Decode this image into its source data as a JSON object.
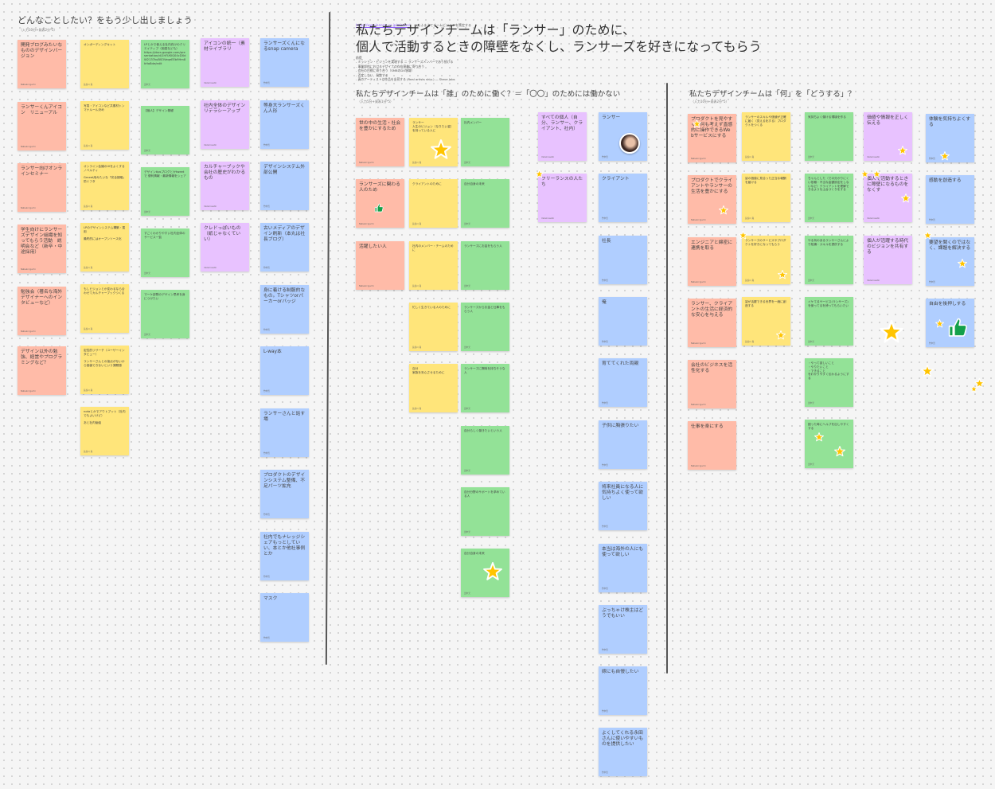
{
  "colors": {
    "pink": "#ffbba8",
    "yellow": "#ffe57a",
    "green": "#93e297",
    "purple": "#e8c2ff",
    "blue": "#b0ceff",
    "star": "#ffc400",
    "link": "#8a5cf5"
  },
  "section1": {
    "title": "どんなことしたい？をもう少し出しましょう",
    "subtitle": "（入力10分+発表2分*5）",
    "columns": [
      {
        "color": "pink",
        "author": "Natsuki Iguchi",
        "size": "big",
        "notes": [
          "開発ブログみたいなもののデザインバージョン",
          "ランサーくんアイコン　リニューアル",
          "ランサー向けオンラインセミナー",
          "学生向けにランサーズデザイン組織を知ってもらう活動　説明会など（新卒・中途採用）",
          "勉強会（著名な海外デザイナーへのインタビューなど）",
          "デザイン以外の勉強、経営やプログラミングなど？"
        ]
      },
      {
        "color": "yellow",
        "author": "長谷川 真",
        "size": "small",
        "notes": [
          "オンボーディングキット",
          "写真・アイコンなど共素材トンマナルール決め",
          "オンライン会議のUIをよくするノベルティ\n\nGmeet用みたいな「完全顔晒」防ぐフタ",
          "LPのデザインシステム構築・運用\n\n最終的にはオープンソース化",
          "もしビジョンとか変わるなら合わせてカルチャーブックつくる",
          "定性的リサーチ（ユーザーインタビュー）\n\nランサーさんとの接点がないから価値できないという課題感",
          "notaとかでアウトプット（社内でもよいけど）\n\nあと社内勉強"
        ]
      },
      {
        "color": "green",
        "author": "田中光",
        "size": "small",
        "notes": [
          "LPとかで使える社内向けのクリエイティブ（用語なども）\nhttps://docs.google.com/presentation/d/1hFUKIQ04cDXdW2137kuBSOVeqeEEb9Hm8kHo8de/edit",
          "【個人】デザイン基礎",
          "デザインtipsブログとかtweetで 便利情報・最新情報をシェア",
          "すごくわかりやすい社内全体のサービス一覧",
          "マーケ部隊のデザイン思考を身につけたい"
        ]
      },
      {
        "color": "purple",
        "author": "mizuki suzki",
        "size": "big",
        "notes": [
          "アイコンの統一（素材ライブラリ",
          "社内全体のデザインリテラシーアップ",
          "カルチャーブックや会社の歴史がわかるもの",
          "クレドっぽいもの（紙じゃなくていい）"
        ]
      },
      {
        "color": "blue",
        "author": "竹中哲",
        "size": "big",
        "notes": [
          "ランサーズくんになるsnap camera",
          "等身大ランサーズくん人形",
          "デザインシステム外部公開",
          "古いメディアのデザイン刷新（本丸は社長ブログ）",
          "身に着ける制服的なもの。Tシャツorパーカーorバッジ",
          "L-way本",
          "ランサーさんと話す場",
          "プロダクトのデザインシステム整備、不足パーツ拡充",
          "社内でもナレッジシェアもっとしていい、本とか他社事例とか",
          "マスク"
        ]
      }
    ]
  },
  "header": {
    "link": "https://www.lancers.co.jp/mission/",
    "link_suffix": "をふまえてチームビジョンを策定する",
    "title_line1": "私たちデザインチームは「ランサー」のために、",
    "title_line2": "個人で活動するときの障壁をなくし、ランサーズを好きになってもらう",
    "premises": [
      "前提",
      "- ミッション・ビジョンを実現する ＝ ランサーズメンバーであり続ける",
      "- 事業部的におけるデザイナの存在意義に寄り合う",
      "- 会社の目標に寄り合う（SMBのDX領域）",
      "- 否定しない、発散する",
      "- 真のアーティストは作品を出荷する (Real artists ship.) ― Steve Jobs"
    ]
  },
  "section2": {
    "title": "私たちデザインチームは「誰」のために働く？＝「〇〇」のためには働かない",
    "subtitle": "（入力5分+発表1分*5）",
    "columns": [
      {
        "color": "pink",
        "author": "Natsuki Iguchi",
        "size": "big",
        "notes": [
          "世の中の生活・社会を豊かにするため",
          "ランサーズに関わる人のため",
          "活躍したい人"
        ]
      },
      {
        "color": "yellow",
        "author": "長谷川 真",
        "size": "small",
        "notes": [
          "ランサー\n人生のビジョン（なりたい姿）を持っている人に",
          "クライアントのために",
          "社内のメンバー・チームのために",
          "忙しく生きている人のために",
          "自分\n家族を安心させるために"
        ]
      },
      {
        "color": "green",
        "author": "田中光",
        "size": "small",
        "notes": [
          "社内メンバー",
          "自分自身の未来",
          "ランサーズにお金をもらう人",
          "ランサーズからお金と仕事をもらう人",
          "ランサーズに興味を持ちそうな人",
          "自分らしく働きたいという人",
          "自分分野のサポートを求めている人",
          "自分自身の未来"
        ]
      },
      {
        "color": "purple",
        "author": "mizuki suzki",
        "size": "big",
        "notes": [
          "すべての個人（自分、ランサー、クライアント、社内）",
          "フリーランスの人たち"
        ]
      },
      {
        "color": "blue",
        "author": "竹中哲",
        "size": "big",
        "notes": [
          "ランサー",
          "クライアント",
          "社長",
          "俺",
          "育ててくれた両親",
          "子供に胸張りたい",
          "将来社員になる人に気持ちよく使って欲しい",
          "本当は海外の人にも使って欲しい",
          "ぶっちゃけ株主はどうでもいい",
          "嫁にも自慢したい",
          "よくしてくれる永田さんに使いやすいものを提供したい"
        ]
      }
    ]
  },
  "section3": {
    "title": "私たちデザインチームは「何」を「どうする」？",
    "subtitle": "（入力10分+発表2分*5）",
    "columns": [
      {
        "color": "pink",
        "author": "Natsuki Iguchi",
        "size": "big",
        "notes": [
          "プロダクトを見やすく、何も考えず直感的に操作できるWebサービスにする",
          "プロダクトでクライアントやランサーの生活を豊かにする",
          "エンジニアと綿密に連携を取る",
          "ランサー、クライアントの生活に経済的な安心を与える",
          "会社のビジネスを活性化する",
          "仕事を楽にする"
        ]
      },
      {
        "color": "yellow",
        "author": "長谷川 真",
        "size": "small",
        "notes": [
          "ランサーのスキルや価値が正確に届く（見える化する）プロダクトをつくる",
          "皆の価値に見合った正当な報酬を届ける",
          "ランサーズのサービスやプロダクトを好きになってもらう",
          "皆が活躍できる世界を一緒に創造する"
        ]
      },
      {
        "color": "green",
        "author": "田中光",
        "size": "small",
        "notes": [
          "気持ちよく働ける環境を作る",
          "ちゃんとした（での分かりにくい依頼・不当な金額設定をしないなど）クライアントを理解できるような土台づくりをする",
          "やる気のあるランサーさんにより知識・スキルを提供する",
          "イケてるサービス(ランサーズ)を使ってるを誇ってもらいたい",
          "・やって欲しいこと\n・やりたいこと\n・できること\nをわかりやすく伝わるようにする",
          "困った時にヘルプを出しやすくする"
        ]
      },
      {
        "color": "purple",
        "author": "mizuki suzki",
        "size": "big",
        "notes": [
          "価値や情報を正しく伝える",
          "個人で活動するときに障壁になるものをなくす",
          "個人が活躍する時代のビジョンを共有する"
        ]
      },
      {
        "color": "blue",
        "author": "竹中哲",
        "size": "big",
        "notes": [
          "体験を気持ちよくする",
          "感動を創造する",
          "要望を聞くのではなく、課題を解決する",
          "自由を後押しする"
        ]
      }
    ]
  }
}
